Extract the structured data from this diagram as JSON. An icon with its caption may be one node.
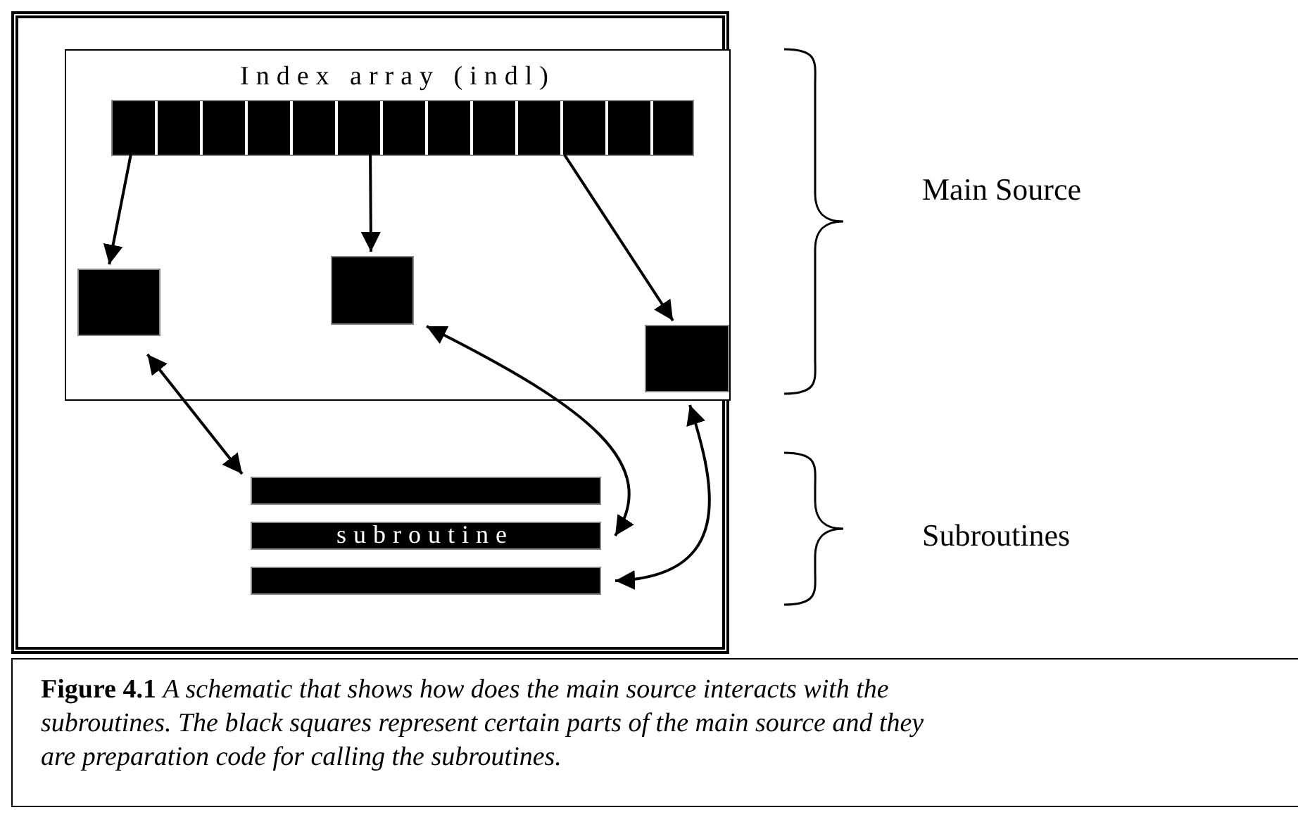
{
  "diagram": {
    "caption": "**Figure 4.1**  *A schematic that shows how does the main source interacts with the subroutines.  The black squares represent certain parts of the main source and they are preparation code for calling the subroutines.*",
    "nodes": [
      {
        "text": [
          "Index array (indl)"
        ]
      },
      {
        "text": [],
        "shape": "bar",
        "in": 0
      },
      {
        "text": [],
        "shape": "box",
        "in": 0
      },
      {
        "text": [],
        "shape": "box",
        "in": 0
      },
      {
        "text": [],
        "shape": "box",
        "in": 0
      },
      {
        "text": [],
        "shape": "bar"
      },
      {
        "text": [
          "subroutine"
        ]
      },
      {
        "text": [],
        "shape": "bar"
      }
    ],
    "edges": [
      {
        "from": 1,
        "to": 2,
        "arrow": "to"
      },
      {
        "from": 1,
        "to": 3,
        "arrow": "to"
      },
      {
        "from": 1,
        "to": 4,
        "arrow": "to"
      },
      {
        "from": 2,
        "to": 5,
        "arrow": "both"
      },
      {
        "from": 3,
        "to": 6,
        "arrow": "both"
      },
      {
        "from": 4,
        "to": 7,
        "arrow": "both"
      }
    ],
    "labels": [
      "Main Source",
      "Subroutines"
    ]
  }
}
